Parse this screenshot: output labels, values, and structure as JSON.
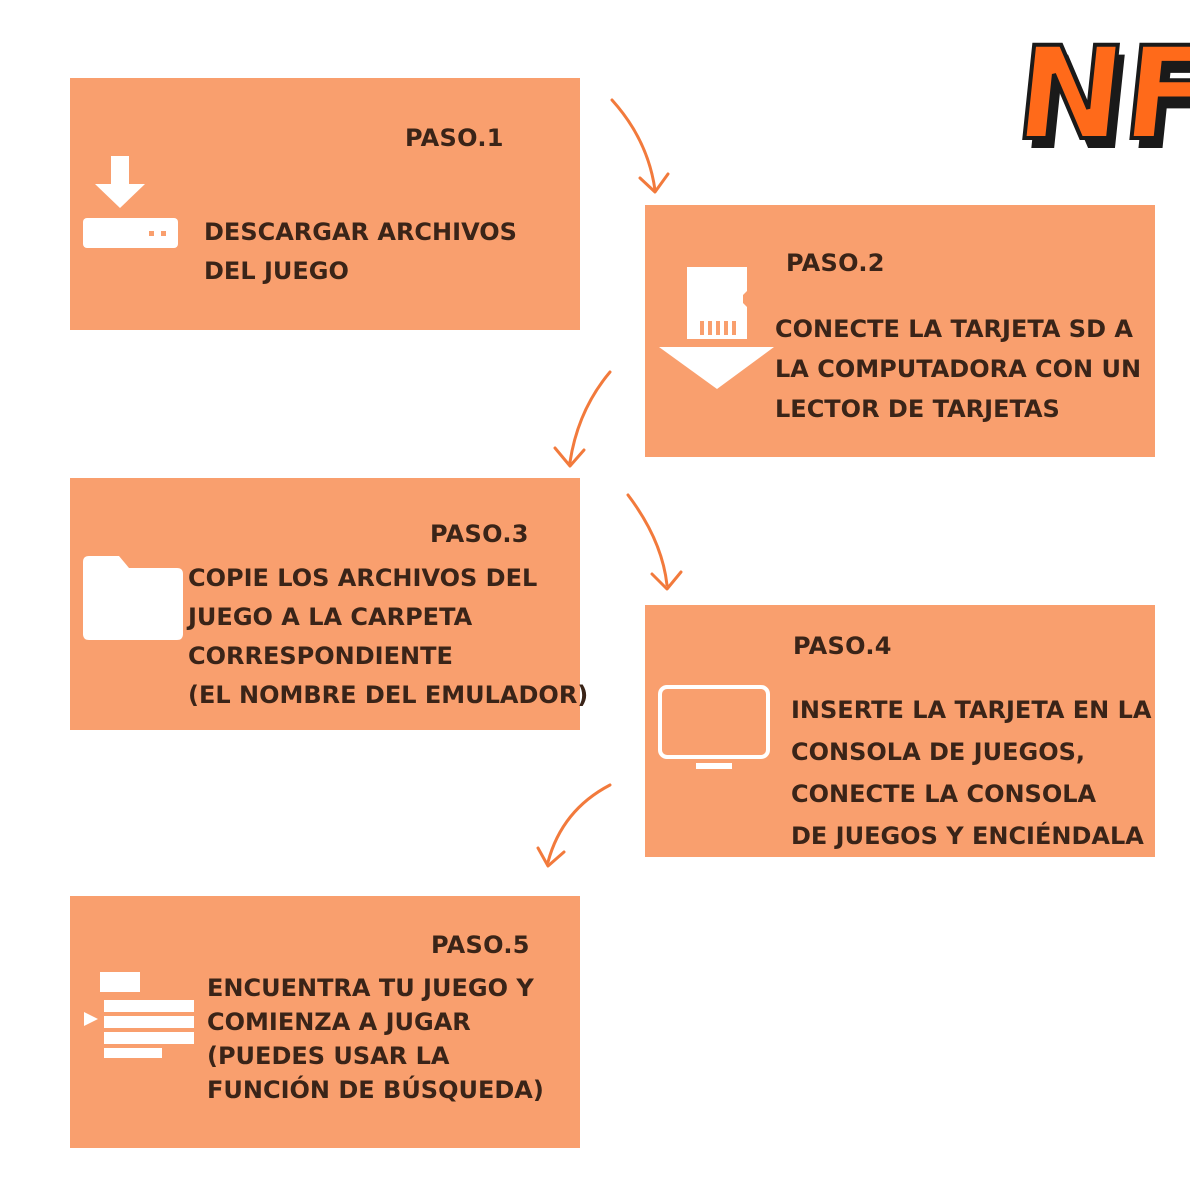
{
  "logo": {
    "text": "NF",
    "color": "#ff6a1a"
  },
  "colors": {
    "card": "#f99f6e",
    "text": "#3a2418",
    "arrow": "#f27a3c"
  },
  "steps": [
    {
      "label": "PASO.1",
      "icon": "download-drive-icon",
      "lines": [
        "DESCARGAR ARCHIVOS",
        "DEL JUEGO"
      ]
    },
    {
      "label": "PASO.2",
      "icon": "sd-card-icon",
      "lines": [
        "CONECTE LA TARJETA SD A",
        "LA COMPUTADORA CON UN",
        "LECTOR DE TARJETAS"
      ]
    },
    {
      "label": "PASO.3",
      "icon": "folder-icon",
      "lines": [
        "COPIE LOS ARCHIVOS DEL",
        "JUEGO A LA CARPETA",
        "CORRESPONDIENTE",
        "(EL NOMBRE DEL EMULADOR)"
      ]
    },
    {
      "label": "PASO.4",
      "icon": "monitor-icon",
      "lines": [
        "INSERTE LA TARJETA EN LA",
        "CONSOLA DE JUEGOS,",
        "CONECTE LA CONSOLA",
        "DE JUEGOS Y ENCIÉNDALA"
      ]
    },
    {
      "label": "PASO.5",
      "icon": "game-list-icon",
      "lines": [
        "ENCUENTRA TU JUEGO Y",
        "COMIENZA A JUGAR",
        "(PUEDES USAR LA",
        "FUNCIÓN DE BÚSQUEDA)"
      ]
    }
  ]
}
